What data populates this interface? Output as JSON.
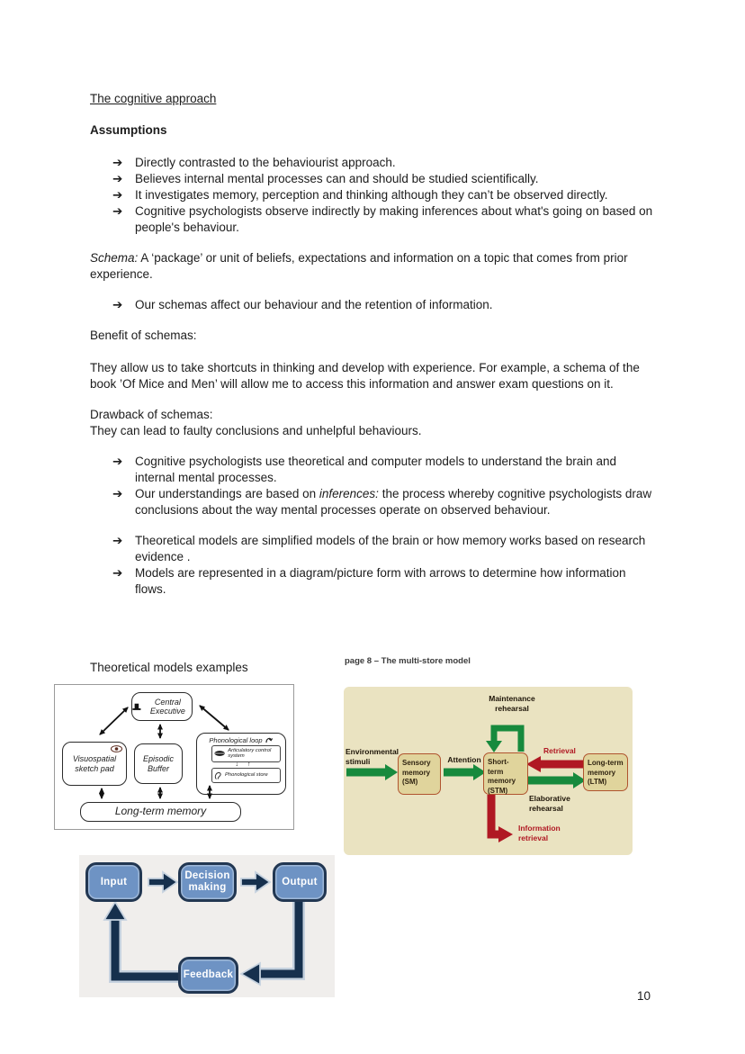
{
  "doc": {
    "title": "The cognitive approach",
    "assumptions_heading": "Assumptions",
    "bullet_glyph": "➔",
    "assumption_bullets": [
      "Directly contrasted to the behaviourist approach.",
      "Believes internal mental processes can and should be studied scientifically.",
      "It investigates memory, perception and thinking although they can’t be observed directly.",
      "Cognitive psychologists observe indirectly by making inferences about what's going on based on people's behaviour."
    ],
    "schema": {
      "lead": "Schema:",
      "rest": " A ‘package’ or unit of beliefs, expectations and information on a topic that comes from prior experience."
    },
    "schema_bullet": "Our schemas affect our behaviour and the retention of information.",
    "benefit_heading": "Benefit of schemas:",
    "benefit_body": "They allow us to take shortcuts in thinking and develop with experience. For example, a schema of the book ’Of Mice and Men’ will allow me to access this information and answer exam questions on it.",
    "drawback_heading": "Drawback of schemas:",
    "drawback_body": "They can lead to faulty conclusions and unhelpful behaviours.",
    "model_bullet_1": "Cognitive psychologists use theoretical and computer models to understand the brain and internal mental processes.",
    "inference_bullet": {
      "pre": "Our understandings are based on ",
      "em": "inferences:",
      "post": " the process whereby cognitive psychologists draw conclusions about the way mental processes operate on observed behaviour."
    },
    "theory_bullets": [
      "Theoretical models are simplified models of the brain or how memory works based on research evidence .",
      "Models are represented in a diagram/picture form with arrows to determine how information flows."
    ],
    "examples_label": "Theoretical models examples",
    "page_number": "10"
  },
  "wmm": {
    "central_executive": "Central Executive",
    "visuospatial": "Visuospatial sketch pad",
    "episodic_buffer": "Episodic Buffer",
    "phonological_loop": "Phonological loop",
    "articulatory": "Articulatory control system",
    "phonological_store": "Phonological store",
    "long_term_memory": "Long-term memory",
    "mini_arrows": "↓↑"
  },
  "msm": {
    "caption": "page 8 – The multi-store model",
    "environmental_stimuli": "Environmental stimuli",
    "sensory_memory": "Sensory memory (SM)",
    "attention": "Attention",
    "short_term_memory": "Short-term memory (STM)",
    "maintenance_rehearsal": "Maintenance rehearsal",
    "retrieval": "Retrieval",
    "long_term_memory": "Long-term memory (LTM)",
    "elaborative_rehearsal": "Elaborative rehearsal",
    "information_retrieval": "Information retrieval",
    "colors": {
      "green": "#178a3d",
      "red": "#b01823",
      "panel": "#eae3c1",
      "box": "#e0d49c",
      "box_border": "#b0542f"
    }
  },
  "flow": {
    "input": "Input",
    "decision_making": "Decision making",
    "output": "Output",
    "feedback": "Feedback",
    "colors": {
      "box_blue": "#6e93c4",
      "navy": "#16304d",
      "outline": "#c6d2df"
    }
  }
}
